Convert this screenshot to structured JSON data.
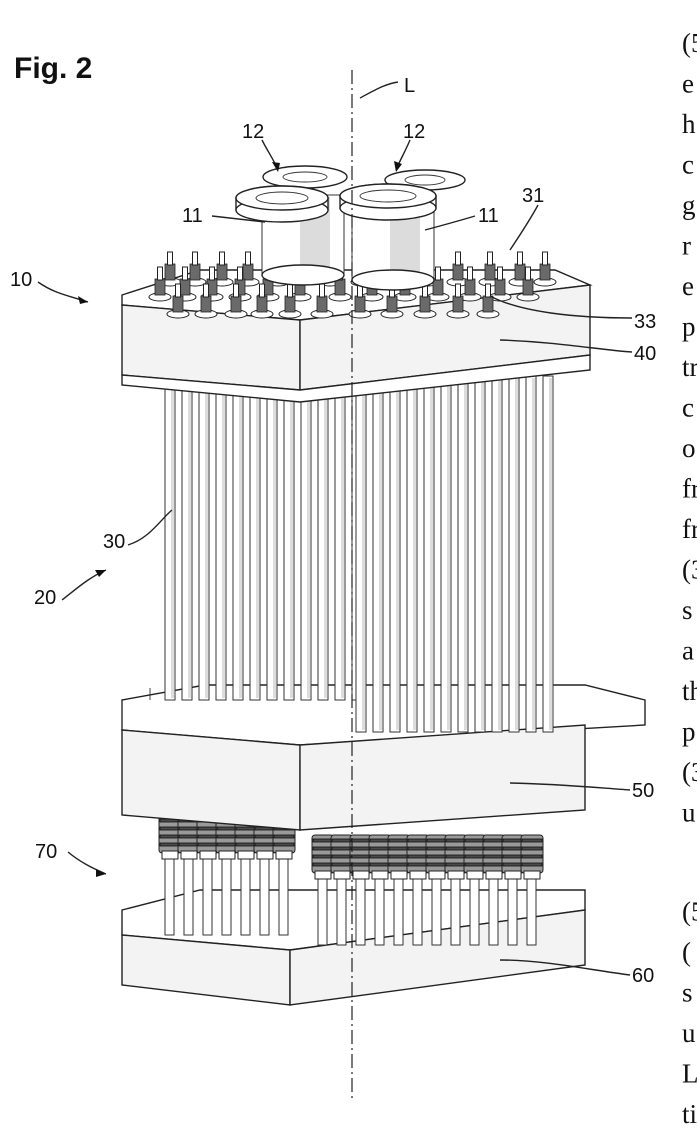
{
  "figure": {
    "title": "Fig. 2",
    "axis_label": "L",
    "labels": {
      "l12a": "12",
      "l12b": "12",
      "l11a": "11",
      "l11b": "11",
      "l31": "31",
      "l10": "10",
      "l33": "33",
      "l40": "40",
      "l30": "30",
      "l20": "20",
      "l50": "50",
      "l70": "70",
      "l60": "60"
    }
  },
  "side_text": {
    "lines": [
      "(5",
      "e",
      "h",
      "c",
      "g",
      "r",
      "e",
      "p",
      "tr",
      "c",
      "o",
      "fr",
      "fr",
      "(3",
      "s",
      "a",
      "th",
      "p",
      "(3",
      "u",
      "",
      "(5",
      "(",
      "s",
      "u",
      "L",
      "ti"
    ]
  }
}
